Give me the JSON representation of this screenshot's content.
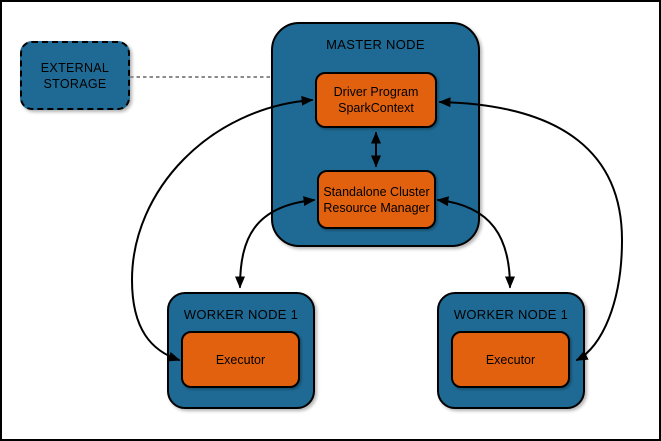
{
  "colors": {
    "node_fill": "#1F6A94",
    "component_fill": "#E2610F",
    "shape_border": "#000000",
    "arrow": "#000000",
    "dashed_link": "#8C8C8C",
    "background": "#FFFFFF"
  },
  "nodes": {
    "external_storage": {
      "line1": "EXTERNAL",
      "line2": "STORAGE"
    },
    "master": {
      "title": "MASTER NODE",
      "driver": {
        "line1": "Driver Program",
        "line2": "SparkContext"
      },
      "resource_manager": {
        "line1": "Standalone Cluster",
        "line2": "Resource Manager"
      }
    },
    "worker_left": {
      "title": "WORKER NODE 1",
      "executor_label": "Executor"
    },
    "worker_right": {
      "title": "WORKER NODE 1",
      "executor_label": "Executor"
    }
  },
  "links": [
    {
      "from": "external-storage",
      "to": "master-node",
      "style": "dashed",
      "arrows": "none"
    },
    {
      "from": "driver-program",
      "to": "resource-manager",
      "style": "solid",
      "arrows": "both"
    },
    {
      "from": "driver-program",
      "to": "worker-left-executor",
      "style": "solid",
      "arrows": "both"
    },
    {
      "from": "driver-program",
      "to": "worker-right-executor",
      "style": "solid",
      "arrows": "both"
    },
    {
      "from": "resource-manager",
      "to": "worker-left",
      "style": "solid",
      "arrows": "both"
    },
    {
      "from": "resource-manager",
      "to": "worker-right",
      "style": "solid",
      "arrows": "both"
    }
  ]
}
